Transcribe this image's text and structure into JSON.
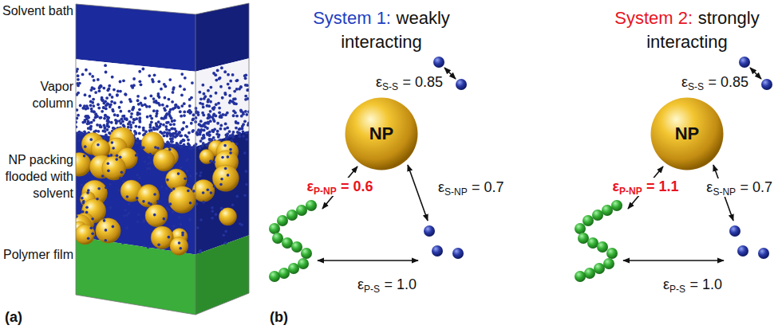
{
  "diagram": {
    "nodes": [
      {
        "text": [
          "NP"
        ]
      },
      {
        "text": [
          "NP"
        ]
      }
    ],
    "labels": [
      "Solvent bath",
      "Vapor column",
      "NP packing flooded with solvent",
      "Polymer film",
      "(a)",
      "System 1:",
      "weakly interacting",
      "ε",
      "S-S",
      "= 0.85",
      "ε",
      "P-NP",
      "= 0.6",
      "ε",
      "S-NP",
      "= 0.7",
      "ε",
      "P-S",
      "= 1.0",
      "System 2:",
      "strongly interacting",
      "ε",
      "S-S",
      "= 0.85",
      "ε",
      "P-NP",
      "= 1.1",
      "ε",
      "S-NP",
      "= 0.7",
      "ε",
      "P-S",
      "= 1.0",
      "(b)"
    ]
  }
}
